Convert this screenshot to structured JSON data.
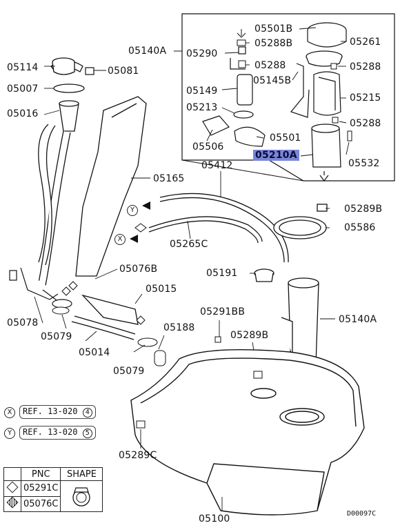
{
  "diagram": {
    "part_labels": {
      "p05501B": "05501B",
      "p05288B": "05288B",
      "p05261": "05261",
      "p05140A_top": "05140A",
      "p05290": "05290",
      "p05288a": "05288",
      "p05288b": "05288",
      "p05145B": "05145B",
      "p05149": "05149",
      "p05215": "05215",
      "p05213": "05213",
      "p05288c": "05288",
      "p05501": "05501",
      "p05506": "05506",
      "p05210A": "05210A",
      "p05532": "05532",
      "p05412": "05412",
      "p05114": "05114",
      "p05081": "05081",
      "p05007": "05007",
      "p05016": "05016",
      "p05165": "05165",
      "p05289B_a": "05289B",
      "p05586": "05586",
      "p05265C": "05265C",
      "p05191": "05191",
      "p05076B": "05076B",
      "p05015": "05015",
      "p05078": "05078",
      "p05079a": "05079",
      "p05291BB": "05291BB",
      "p05140A_mid": "05140A",
      "p05188": "05188",
      "p05289B_b": "05289B",
      "p05014": "05014",
      "p05079b": "05079",
      "p05289C": "05289C",
      "p05100": "05100"
    },
    "markers": {
      "y": "Y",
      "x": "X"
    },
    "references": {
      "x_ref": "REF. 13-020",
      "x_ref_num": "4",
      "y_ref": "REF. 13-020",
      "y_ref_num": "5"
    },
    "legend": {
      "col_pnc": "PNC",
      "col_shape": "SHAPE",
      "row1_pnc": "05291C",
      "row2_pnc": "05076C"
    },
    "drawing_code": "D00097C"
  }
}
